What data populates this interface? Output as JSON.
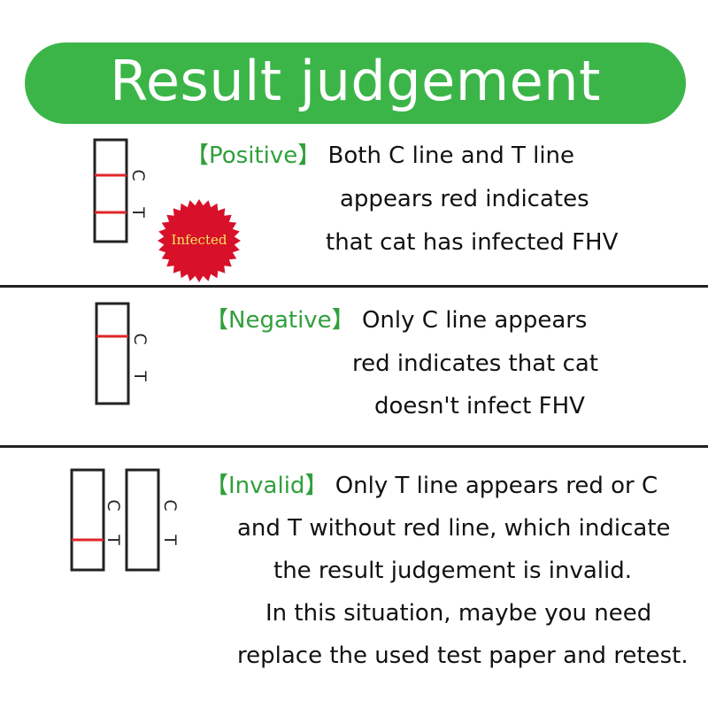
{
  "title": "Result judgement",
  "colors": {
    "banner": "#3cb548",
    "tag": "#2fa03b",
    "red_line": "#e0262a",
    "stamp": "#d8102a",
    "stamp_text": "#f5e65a"
  },
  "strip_labels": {
    "c": "C",
    "t": "T"
  },
  "sections": {
    "positive": {
      "tag": "【Positive】",
      "lines": [
        "Both C line and T line",
        "appears red indicates",
        "that cat has infected FHV"
      ],
      "stamp_text": "Infected"
    },
    "negative": {
      "tag": "【Negative】",
      "lines": [
        "Only C line appears",
        "red indicates that cat",
        "doesn't infect FHV"
      ]
    },
    "invalid": {
      "tag": "【Invalid】",
      "lines": [
        "Only T line appears red or C",
        "and T without red line, which indicate",
        "the result judgement is invalid.",
        "In this situation, maybe you need",
        "replace the used test paper and retest."
      ]
    }
  }
}
